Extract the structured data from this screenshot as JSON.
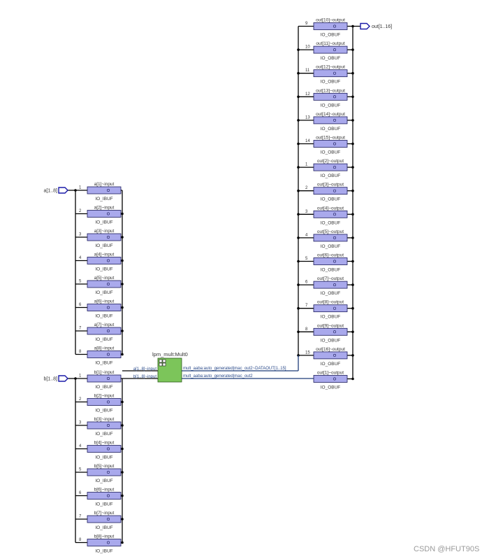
{
  "input_ports": [
    {
      "label": "a[1..8]"
    },
    {
      "label": "b[1..8]"
    }
  ],
  "output_port": {
    "label": "out[1..16]"
  },
  "a_buffers": [
    {
      "name": "a[1]~input",
      "type": "IO_IBUF",
      "index": "1"
    },
    {
      "name": "a[2]~input",
      "type": "IO_IBUF",
      "index": "2"
    },
    {
      "name": "a[3]~input",
      "type": "IO_IBUF",
      "index": "3"
    },
    {
      "name": "a[4]~input",
      "type": "IO_IBUF",
      "index": "4"
    },
    {
      "name": "a[5]~input",
      "type": "IO_IBUF",
      "index": "5"
    },
    {
      "name": "a[6]~input",
      "type": "IO_IBUF",
      "index": "6"
    },
    {
      "name": "a[7]~input",
      "type": "IO_IBUF",
      "index": "7"
    },
    {
      "name": "a[8]~input",
      "type": "IO_IBUF",
      "index": "8"
    }
  ],
  "b_buffers": [
    {
      "name": "b[1]~input",
      "type": "IO_IBUF",
      "index": "1"
    },
    {
      "name": "b[2]~input",
      "type": "IO_IBUF",
      "index": "2"
    },
    {
      "name": "b[3]~input",
      "type": "IO_IBUF",
      "index": "3"
    },
    {
      "name": "b[4]~input",
      "type": "IO_IBUF",
      "index": "4"
    },
    {
      "name": "b[5]~input",
      "type": "IO_IBUF",
      "index": "5"
    },
    {
      "name": "b[6]~input",
      "type": "IO_IBUF",
      "index": "6"
    },
    {
      "name": "b[7]~input",
      "type": "IO_IBUF",
      "index": "7"
    },
    {
      "name": "b[8]~input",
      "type": "IO_IBUF",
      "index": "8"
    }
  ],
  "out_buffers": [
    {
      "name": "out[10]~output",
      "type": "IO_OBUF",
      "index": "9"
    },
    {
      "name": "out[11]~output",
      "type": "IO_OBUF",
      "index": "10"
    },
    {
      "name": "out[12]~output",
      "type": "IO_OBUF",
      "index": "11"
    },
    {
      "name": "out[13]~output",
      "type": "IO_OBUF",
      "index": "12"
    },
    {
      "name": "out[14]~output",
      "type": "IO_OBUF",
      "index": "13"
    },
    {
      "name": "out[15]~output",
      "type": "IO_OBUF",
      "index": "14"
    },
    {
      "name": "out[2]~output",
      "type": "IO_OBUF",
      "index": "1"
    },
    {
      "name": "out[3]~output",
      "type": "IO_OBUF",
      "index": "2"
    },
    {
      "name": "out[4]~output",
      "type": "IO_OBUF",
      "index": "3"
    },
    {
      "name": "out[5]~output",
      "type": "IO_OBUF",
      "index": "4"
    },
    {
      "name": "out[6]~output",
      "type": "IO_OBUF",
      "index": "5"
    },
    {
      "name": "out[7]~output",
      "type": "IO_OBUF",
      "index": "6"
    },
    {
      "name": "out[8]~output",
      "type": "IO_OBUF",
      "index": "7"
    },
    {
      "name": "out[9]~output",
      "type": "IO_OBUF",
      "index": "8"
    },
    {
      "name": "out[16]~output",
      "type": "IO_OBUF",
      "index": "15"
    },
    {
      "name": "out[1]~output",
      "type": "IO_OBUF",
      "index": ""
    }
  ],
  "multiplier": {
    "title": "lpm_mult:Mult0",
    "inputs": [
      "a[1..8]~input",
      "b[1..8]~input"
    ],
    "outputs": [
      "mult_aaba:auto_generated|mac_out2~DATAOUT[1..15]",
      "mult_aaba:auto_generated|mac_out2"
    ]
  },
  "colors": {
    "buffer_fill": "#a9a9ec",
    "buffer_stroke": "#1a1a5a",
    "wire": "#000000",
    "mult_fill": "#7cc55a",
    "port_stroke": "#1a1aa8",
    "net_wire": "#1e3c78"
  },
  "watermark": "CSDN @HFUT90S"
}
